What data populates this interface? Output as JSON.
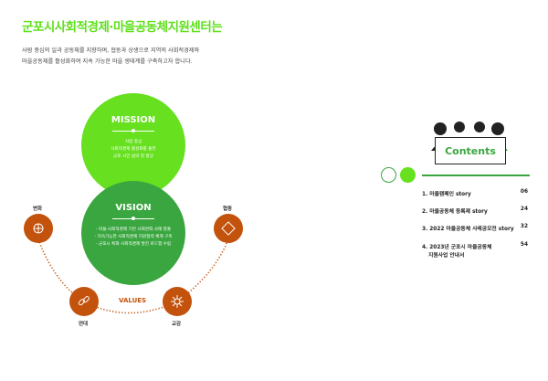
{
  "title": "군포시사회적경제·마을공동체지원센터는",
  "intro": [
    "사람 중심의 일과 공동체를 지향하며, 협동과 상생으로 지역의 사회적경제와",
    "마을공동체를 활성화하여 지속 가능한 마을 생태계를 구축하고자 합니다."
  ],
  "mission": {
    "title": "MISSION",
    "lines": [
      "사람 중심",
      "사회적경제 활성화를 통한",
      "군포 시민 삶의 질 향상"
    ]
  },
  "vision": {
    "title": "VISION",
    "lines": [
      "- 마을·사회적경제 기반 사회변화 사례 창출",
      "- 지속가능한 사회적경제 지원협력 체계 구축",
      "- 군포시 특화 사회적경제 발전 로드맵 수립"
    ]
  },
  "values": {
    "title": "VALUES",
    "items": [
      "변화",
      "연대",
      "교감",
      "협동"
    ]
  },
  "contents": {
    "banner": "Contents",
    "items": [
      {
        "label": "1. 마을캠페인 story",
        "page": "06"
      },
      {
        "label": "2. 마을공동체 등록제 story",
        "page": "24"
      },
      {
        "label": "3. 2022 마을공동체 사례공모전 story",
        "page": "32"
      },
      {
        "label": "4. 2023년 군포시 마을공동체",
        "label2": "지원사업 안내서",
        "page": "54"
      }
    ]
  },
  "colors": {
    "green_light": "#66e01f",
    "green": "#3aa63f",
    "orange": "#c2520c"
  }
}
